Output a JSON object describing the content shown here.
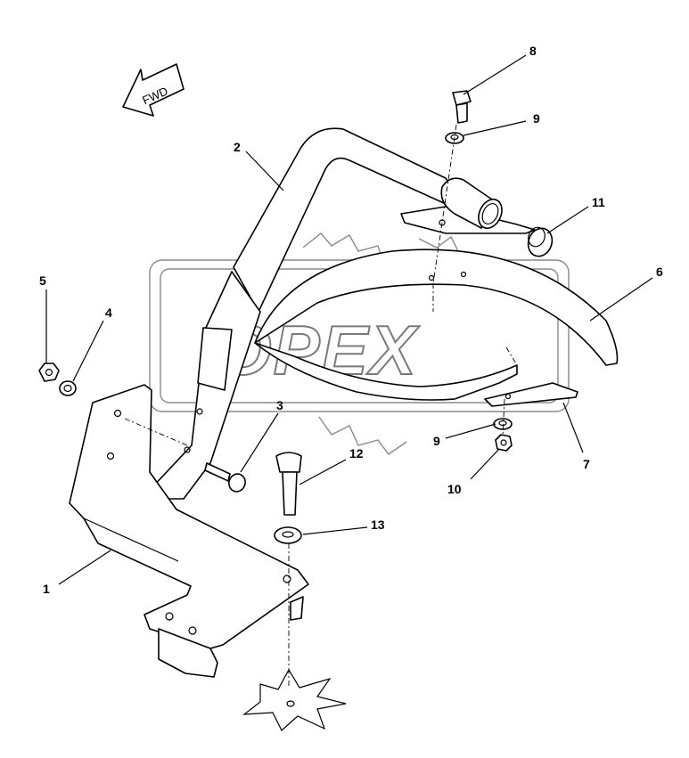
{
  "diagram": {
    "fwd_label": "FWD",
    "watermark_text": "OPEX",
    "callouts": {
      "c1": "1",
      "c2": "2",
      "c3": "3",
      "c4": "4",
      "c5": "5",
      "c6": "6",
      "c7": "7",
      "c8": "8",
      "c9a": "9",
      "c9b": "9",
      "c10": "10",
      "c11": "11",
      "c12": "12",
      "c13": "13"
    }
  }
}
